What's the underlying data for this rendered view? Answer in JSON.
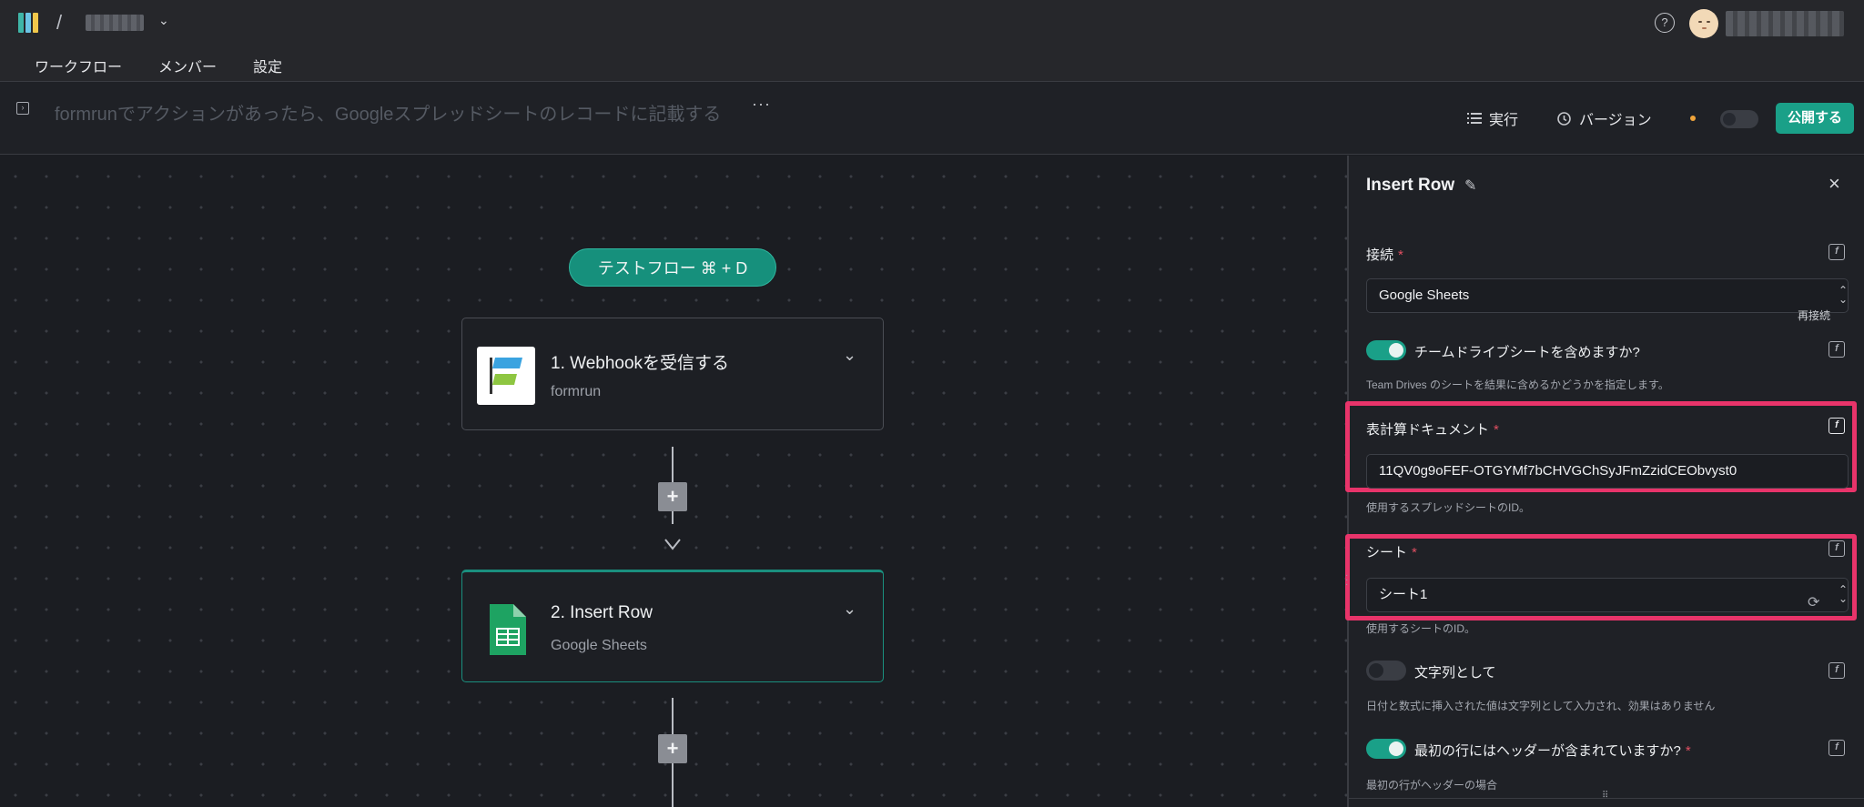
{
  "header": {
    "workspace_chevron": "⌄",
    "help_icon": "?",
    "nav": [
      "ワークフロー",
      "メンバー",
      "設定"
    ]
  },
  "workflow_bar": {
    "title": "formrunでアクションがあったら、Googleスプレッドシートのレコードに記載する",
    "more": "···",
    "run_label": "実行",
    "version_label": "バージョン",
    "publish_label": "公開する",
    "status_dot_color": "#f0a43a",
    "accent_color": "#1aa088"
  },
  "canvas": {
    "test_flow_label": "テストフロー  ⌘ + D",
    "nodes": [
      {
        "title": "1. Webhookを受信する",
        "subtitle": "formrun",
        "icon": "formrun-logo-icon"
      },
      {
        "title": "2. Insert Row",
        "subtitle": "Google Sheets",
        "icon": "google-sheets-icon"
      }
    ],
    "add_step_label": "+"
  },
  "panel": {
    "title": "Insert Row",
    "fields": {
      "connection": {
        "label": "接続",
        "required": "*",
        "value": "Google Sheets",
        "reconnect_label": "再接続"
      },
      "team_drive": {
        "label": "チームドライブシートを含めますか?",
        "hint": "Team Drives のシートを結果に含めるかどうかを指定します。",
        "enabled": true
      },
      "spreadsheet": {
        "label": "表計算ドキュメント",
        "required": "*",
        "value": "11QV0g9oFEF-OTGYMf7bCHVGChSyJFmZzidCEObvyst0",
        "hint": "使用するスプレッドシートのID。"
      },
      "sheet": {
        "label": "シート",
        "required": "*",
        "value": "シート1",
        "hint": "使用するシートのID。"
      },
      "as_string": {
        "label": "文字列として",
        "hint": "日付と数式に挿入された値は文字列として入力され、効果はありません",
        "enabled": false
      },
      "first_row_header": {
        "label": "最初の行にはヘッダーが含まれていますか?",
        "required": "*",
        "hint": "最初の行がヘッダーの場合",
        "enabled": true
      }
    },
    "highlight_color": "#e8346a"
  }
}
